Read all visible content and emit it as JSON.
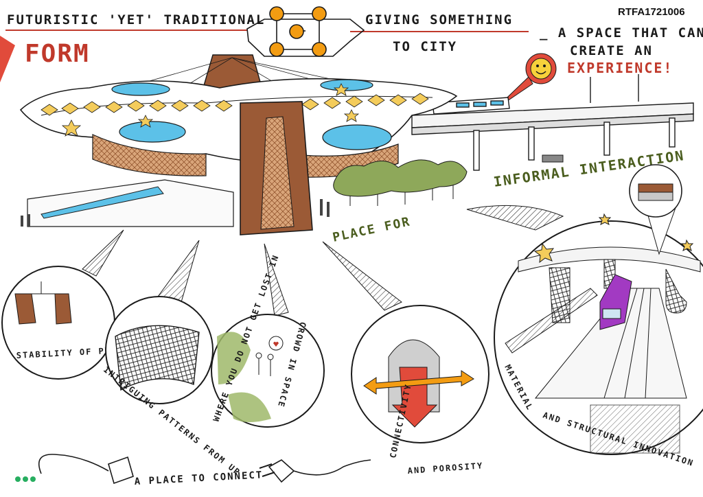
{
  "sheet": {
    "code": "RTFA1721006",
    "headline_left": "FUTURISTIC 'YET' TRADITIONAL",
    "headline_form": "FORM",
    "headline_right_1": "GIVING SOMETHING",
    "headline_right_2": "TO CITY",
    "tagline_1": "_ A SPACE THAT CAN",
    "tagline_2": "CREATE AN",
    "tagline_3": "EXPERIENCE!",
    "interaction_1": "INFORMAL INTERACTION",
    "interaction_2": "PLACE FOR",
    "label_stability": "STABILITY OF PYLONS",
    "label_patterns": "INTRIGUING PATTERNS FROM UP",
    "label_crowd_1": "WHERE YOU DO NOT GET LOST IN",
    "label_crowd_2": "CROWD IN SPACE",
    "label_connectivity": "CONNECTIVITY",
    "label_porosity": "AND POROSITY",
    "label_material_1": "MATERIAL",
    "label_material_2": "AND STRUCTURAL INNOVATION",
    "label_connect": "A PLACE TO CONNECT"
  },
  "colors": {
    "accent_red": "#c0392b",
    "pylon_brown": "#9b5a36",
    "canopy_yellow": "#f4cc5b",
    "pool_blue": "#5cc1e8",
    "tree_green": "#8ea85a",
    "node_orange": "#f39c12",
    "train_purple": "#a23ac2",
    "dot_green": "#27ae60"
  }
}
